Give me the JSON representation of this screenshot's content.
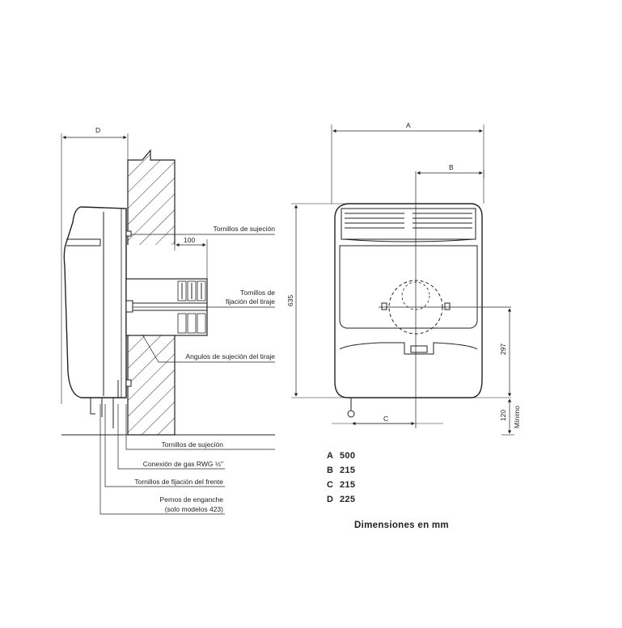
{
  "side_view": {
    "dim_d": "D",
    "dim_100": "100",
    "callout_screws_top": "Tornillos de sujeción",
    "callout_flue_screws_line1": "Tornillos de",
    "callout_flue_screws_line2": "fijación del tiraje",
    "callout_flue_angles": "Angulos de sujeción del tiraje",
    "callout_screws_bottom": "Tornillos de sujeción",
    "callout_gas": "Conexión de gas RWG ½\"",
    "callout_front_screws": "Tornillos de fijación del frente",
    "callout_pins_line1": "Pernos de enganche",
    "callout_pins_line2": "(solo modelos 423)"
  },
  "front_view": {
    "dim_a": "A",
    "dim_b": "B",
    "dim_c": "C",
    "dim_635": "635",
    "dim_297": "297",
    "dim_120": "120",
    "dim_minimo": "Mínimo"
  },
  "legend": [
    {
      "key": "A",
      "value": "500"
    },
    {
      "key": "B",
      "value": "215"
    },
    {
      "key": "C",
      "value": "215"
    },
    {
      "key": "D",
      "value": "225"
    }
  ],
  "caption": "Dimensiones en mm"
}
